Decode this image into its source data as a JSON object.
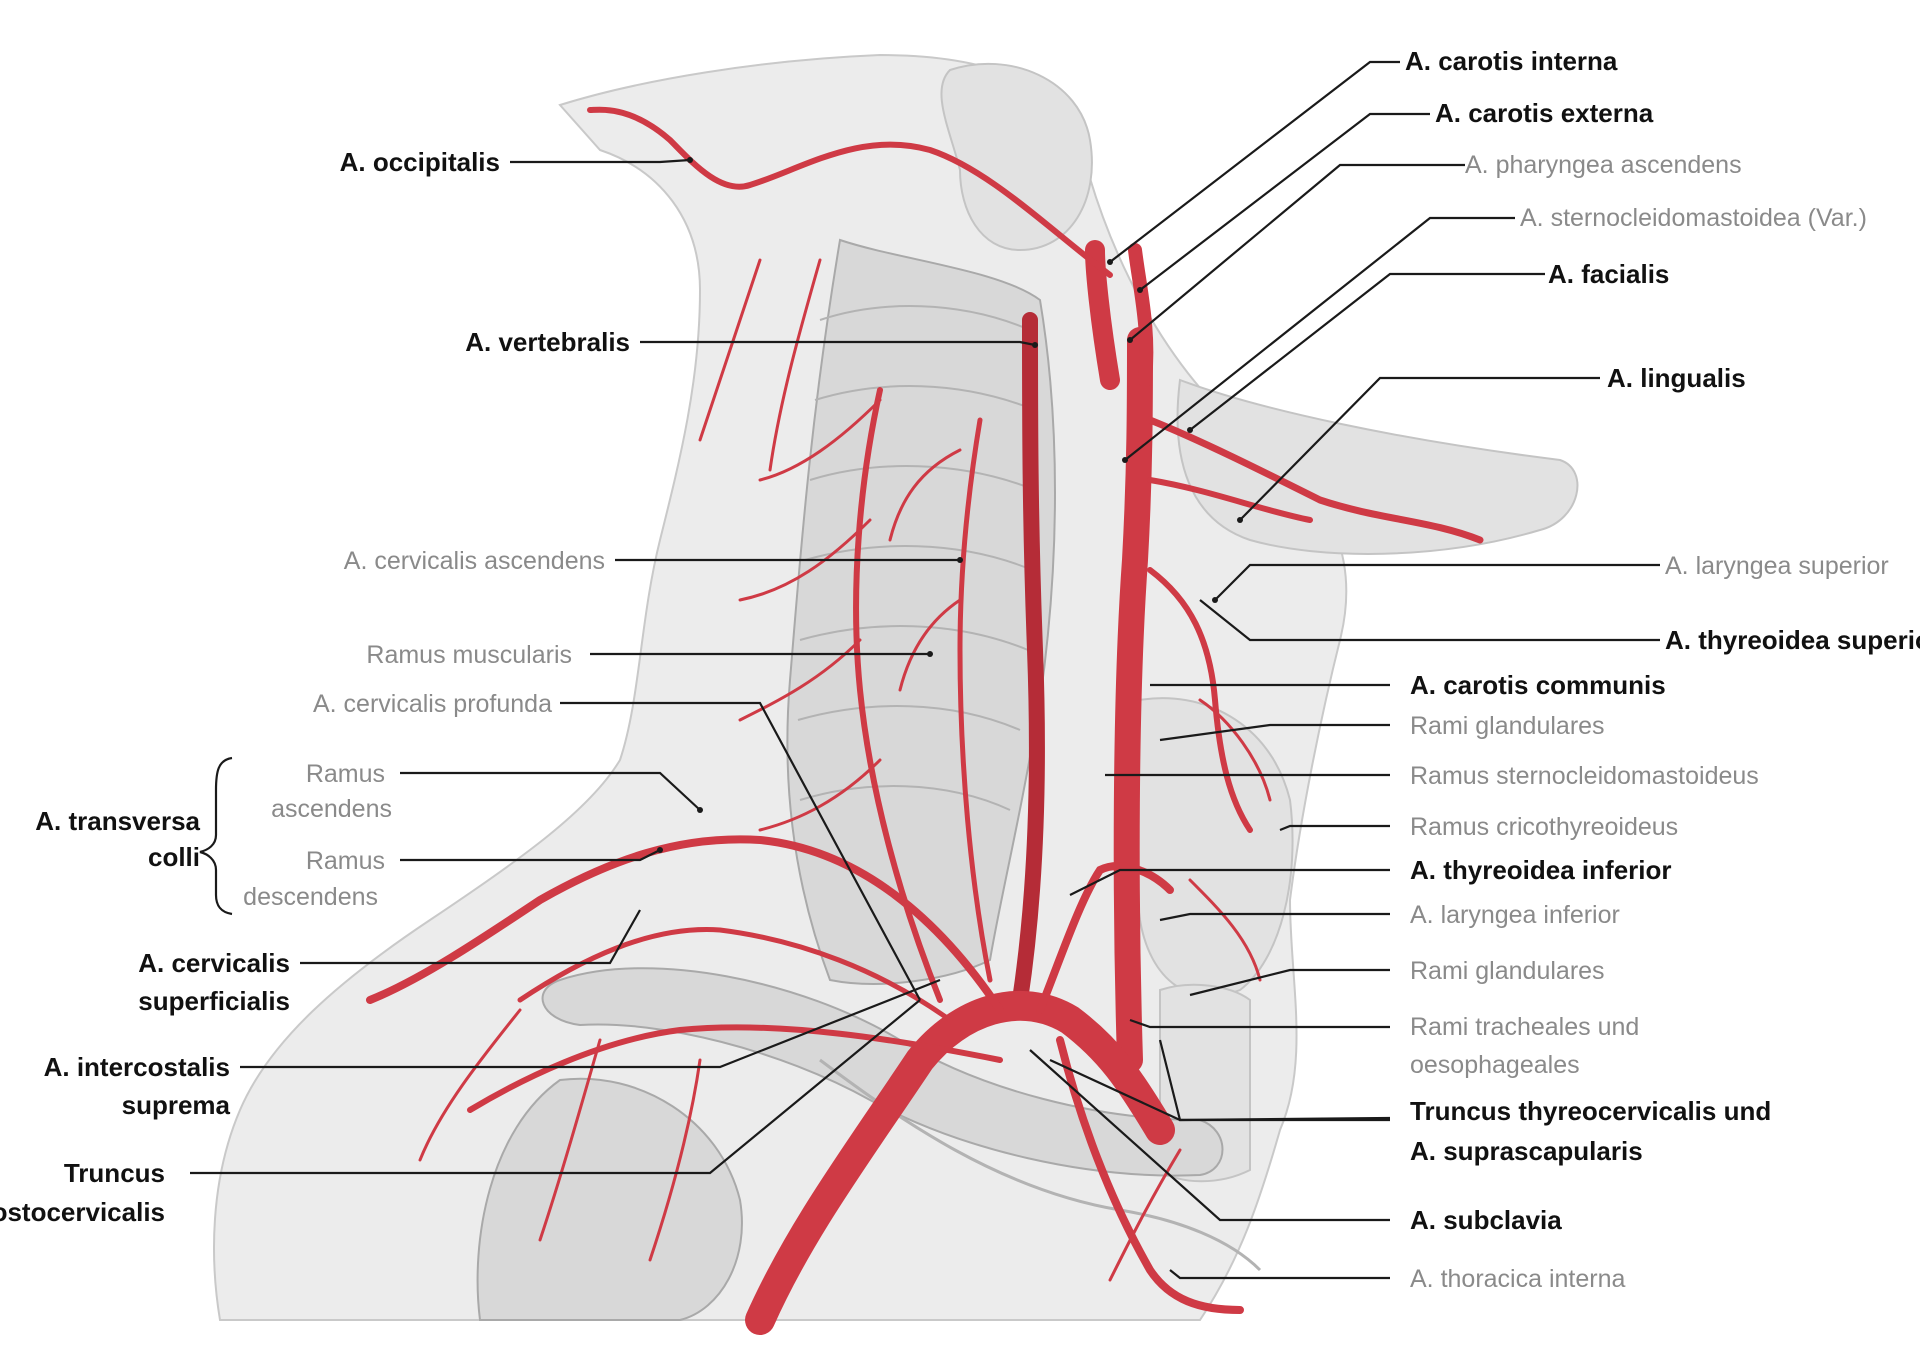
{
  "labels": {
    "carotis_interna": "A. carotis interna",
    "carotis_externa": "A. carotis externa",
    "pharyngea_ascendens": "A. pharyngea ascendens",
    "sternocleidomastoidea_var": "A. sternocleidomastoidea (Var.)",
    "facialis": "A. facialis",
    "lingualis": "A. lingualis",
    "laryngea_superior": "A. laryngea superior",
    "thyreoidea_superior": "A. thyreoidea superior",
    "carotis_communis": "A. carotis communis",
    "rami_glandulares_1": "Rami glandulares",
    "ramus_sternocleidomastoideus": "Ramus sternocleidomastoideus",
    "ramus_cricothyreoideus": "Ramus cricothyreoideus",
    "thyreoidea_inferior": "A. thyreoidea inferior",
    "laryngea_inferior": "A. laryngea inferior",
    "rami_glandulares_2": "Rami glandulares",
    "rami_tracheales_1": "Rami tracheales und",
    "rami_tracheales_2": "oesophageales",
    "truncus_thyreo_1": "Truncus thyreocervicalis und",
    "truncus_thyreo_2": "A. suprascapularis",
    "subclavia": "A. subclavia",
    "thoracica_interna": "A. thoracica interna",
    "occipitalis": "A. occipitalis",
    "vertebralis": "A. vertebralis",
    "cervicalis_ascendens": "A. cervicalis ascendens",
    "ramus_muscularis": "Ramus muscularis",
    "cervicalis_profunda": "A. cervicalis profunda",
    "ramus_ascendens_1": "Ramus",
    "ramus_ascendens_2": "ascendens",
    "transversa_colli_1": "A. transversa",
    "transversa_colli_2": "colli",
    "ramus_descendens_1": "Ramus",
    "ramus_descendens_2": "descendens",
    "cervicalis_superficialis_1": "A. cervicalis",
    "cervicalis_superficialis_2": "superficialis",
    "intercostalis_suprema_1": "A. intercostalis",
    "intercostalis_suprema_2": "suprema",
    "truncus_costocervicalis_1": "Truncus",
    "truncus_costocervicalis_2": "costocervicalis"
  },
  "colors": {
    "artery": "#cf3a45",
    "label_bold": "#111111",
    "label_light": "#8a8a8a"
  }
}
